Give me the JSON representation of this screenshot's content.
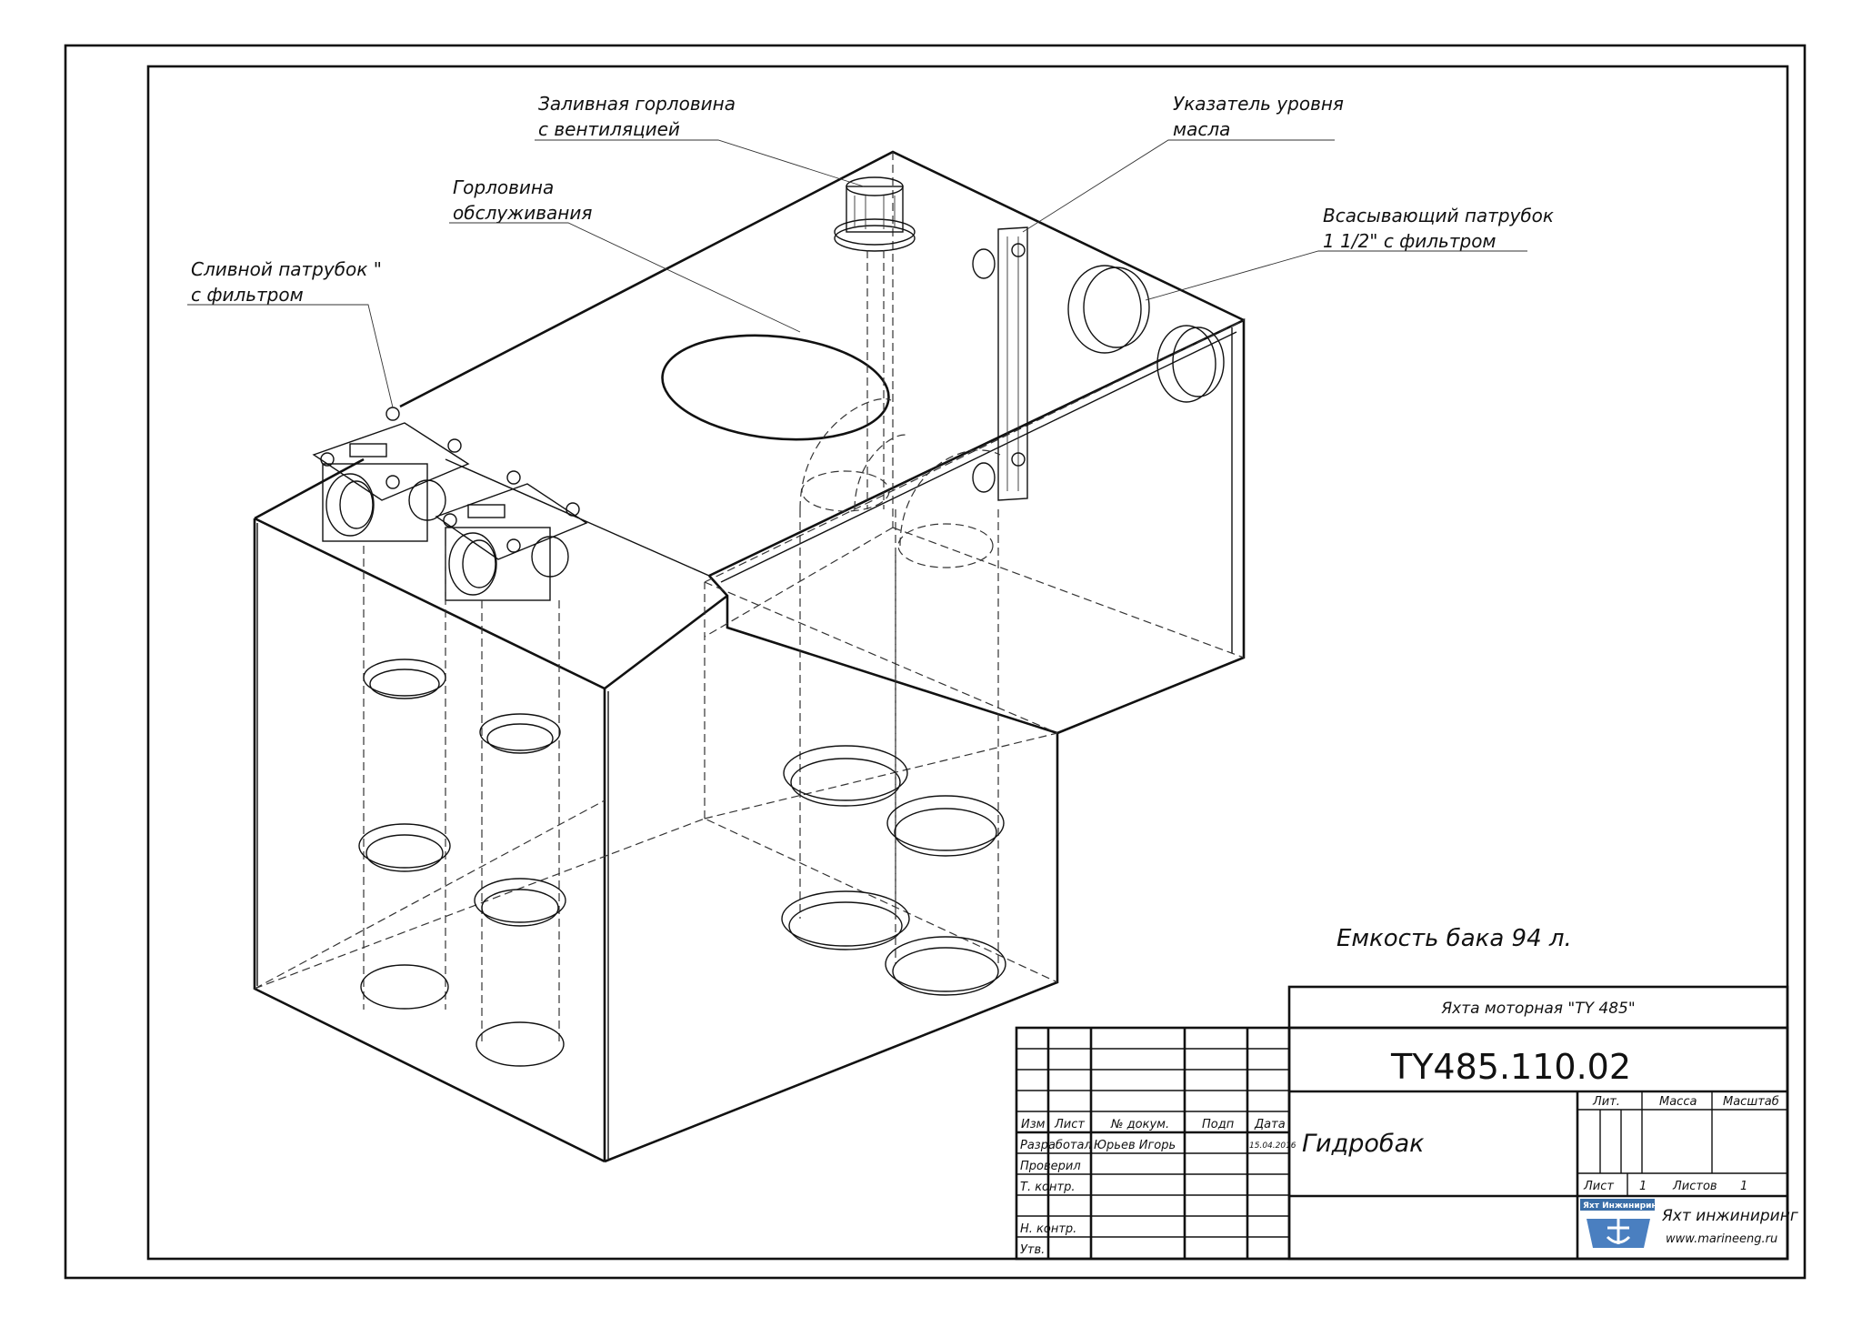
{
  "callouts": {
    "fill_neck_line1": "Заливная горловина",
    "fill_neck_line2": "с вентиляцией",
    "service_neck_line1": "Горловина",
    "service_neck_line2": "обслуживания",
    "drain_line1": "Сливной патрубок \"",
    "drain_line2": "с фильтром",
    "level_line1": "Указатель уровня",
    "level_line2": "масла",
    "suction_line1": "Всасывающий патрубок",
    "suction_line2": "1 1/2\" с фильтром"
  },
  "capacity_note": "Емкость бака 94 л.",
  "title_block": {
    "project": "Яхта моторная \"TY 485\"",
    "designation": "TY485.110.02",
    "part_name": "Гидробак",
    "col_headers": [
      "Изм",
      "Лист",
      "№ докум.",
      "Подп",
      "Дата"
    ],
    "rows": {
      "developed": "Разработал",
      "developer_name": "Юрьев Игорь",
      "date": "15.04.2016",
      "checked": "Проверил",
      "tech_control": "Т. контр.",
      "norm_control": "Н. контр.",
      "approved": "Утв."
    },
    "lit": "Лит.",
    "mass": "Масса",
    "scale": "Масштаб",
    "sheet_label": "Лист",
    "sheet_value": "1",
    "sheets_label": "Листов",
    "sheets_value": "1",
    "logo_text": "Яхт Инжиниринг",
    "company": "Яхт инжиниринг",
    "website": "www.marineeng.ru"
  }
}
